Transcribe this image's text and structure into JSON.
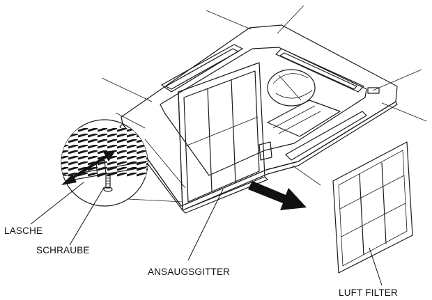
{
  "labels": {
    "lasche": "LASCHE",
    "schraube": "SCHRAUBE",
    "ansaugsgitter": "ANSAUGSGITTER",
    "luft_filter": "LUFT FILTER"
  }
}
